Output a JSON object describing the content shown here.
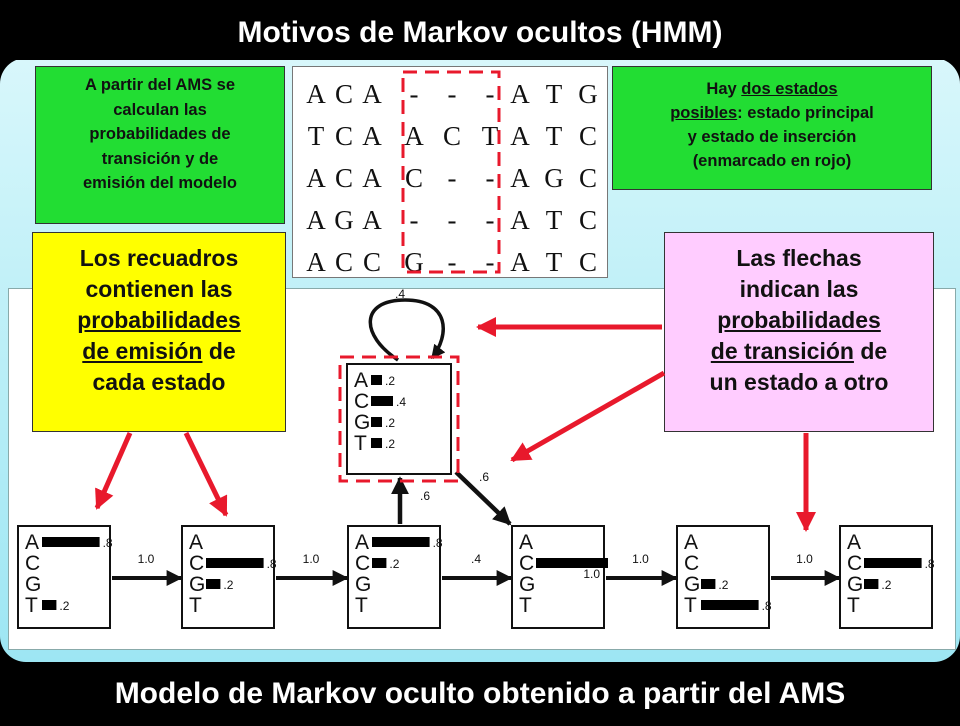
{
  "header": {
    "title": "Motivos de Markov ocultos (HMM)"
  },
  "footer": {
    "caption": "Modelo de Markov oculto obtenido a partir del AMS"
  },
  "notes": {
    "ams_lines": [
      "A partir del AMS se",
      "calculan las",
      "probabilidades de",
      "transición y de",
      "emisión del modelo"
    ],
    "states_line1_pre": "Hay ",
    "states_line1_u": "dos estados",
    "states_line2_u": "posibles",
    "states_line2_post": ": estado principal",
    "states_line3": "y estado de inserción",
    "states_line4": "(enmarcado en rojo)",
    "emission_line1": "Los recuadros",
    "emission_line2": "contienen las",
    "emission_u1": "probabilidades",
    "emission_u2": "de emisión",
    "emission_post": " de",
    "emission_line5": "cada estado",
    "transition_line1": "Las flechas",
    "transition_line2": "indican las",
    "transition_u1": "probabilidades",
    "transition_u2": "de transición",
    "transition_post": " de",
    "transition_line5": "un estado a otro"
  },
  "alignment": {
    "rows": [
      [
        "A",
        "C",
        "A",
        "-",
        "-",
        "-",
        "A",
        "T",
        "G"
      ],
      [
        "T",
        "C",
        "A",
        "A",
        "C",
        "T",
        "A",
        "T",
        "C"
      ],
      [
        "A",
        "C",
        "A",
        "C",
        "-",
        "-",
        "A",
        "G",
        "C"
      ],
      [
        "A",
        "G",
        "A",
        "-",
        "-",
        "-",
        "A",
        "T",
        "C"
      ],
      [
        "A",
        "C",
        "C",
        "G",
        "-",
        "-",
        "A",
        "T",
        "C"
      ]
    ]
  },
  "hmm": {
    "letters": [
      "A",
      "C",
      "G",
      "T"
    ],
    "insert_state": {
      "probs": [
        0.2,
        0.4,
        0.2,
        0.2
      ],
      "labels": [
        ".2",
        ".4",
        ".2",
        ".2"
      ],
      "self_loop": ".4"
    },
    "main_states": [
      {
        "probs": [
          0.8,
          0,
          0,
          0.2
        ],
        "labels": [
          ".8",
          "",
          "",
          ".2"
        ]
      },
      {
        "probs": [
          0,
          0.8,
          0.2,
          0
        ],
        "labels": [
          "",
          ".8",
          ".2",
          ""
        ]
      },
      {
        "probs": [
          0.8,
          0.2,
          0,
          0
        ],
        "labels": [
          ".8",
          ".2",
          "",
          ""
        ]
      },
      {
        "probs": [
          0,
          1.0,
          0,
          0
        ],
        "labels": [
          "",
          "1.0",
          "",
          ""
        ]
      },
      {
        "probs": [
          0,
          0,
          0.2,
          0.8
        ],
        "labels": [
          "",
          "",
          ".2",
          ".8"
        ]
      },
      {
        "probs": [
          0,
          0.8,
          0.2,
          0
        ],
        "labels": [
          "",
          ".8",
          ".2",
          ""
        ]
      }
    ],
    "transitions": [
      "1.0",
      "1.0",
      ".4",
      "1.0",
      "1.0"
    ],
    "to_insert": ".6",
    "from_insert": ".6"
  },
  "colors": {
    "note_green": "#22dd33",
    "note_yellow": "#ffff00",
    "note_pink": "#ffccff",
    "arrow_red": "#e8192c",
    "insert_dash": "#e8192c"
  }
}
